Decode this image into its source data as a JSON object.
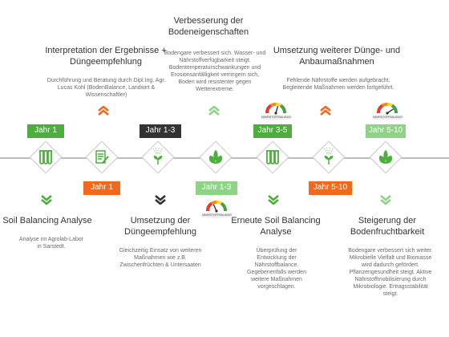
{
  "steps": [
    {
      "title": "Soil Balancing Analyse",
      "desc": "Analyse im Agrolab-Labor in Sarstedt.",
      "badge": "Jahr 1",
      "badge_color": "#4caf3d",
      "icon": "test-tubes-icon"
    },
    {
      "title": "Interpretation der Ergebnisse + Düngeempfehlung",
      "desc": "Durchführung und Beratung durch Dipl.Ing. Agr. Lucas Kohl (BodenBalance, Landwirt & Wissenschaftler)",
      "badge": "Jahr 1",
      "badge_color": "#f06a1e",
      "icon": "document-pen-icon"
    },
    {
      "title": "Umsetzung der Düngeempfehlung",
      "desc": "Gleichzeitig Einsatz von weiteren Maßnahmen wie z.B. Zwischenfrüchten & Untersaaten",
      "badge": "Jahr 1-3",
      "badge_color": "#333333",
      "icon": "sprinkler-plant-icon"
    },
    {
      "title": "Verbesserung der Bodeneigenschaften",
      "desc": "Bodengare verbessert sich. Wasser- und Nährstoffverfügbarkeit steigt. Bodentemperaturschwankungen und Erosionsanfälligkeit verringern sich, Boden wird resistenter gegen Wetterextreme.",
      "badge": "Jahr 1-3",
      "badge_color": "#8fd486",
      "icon": "plant-leaves-icon",
      "gauge_label": "NÄHRSTOFFBALANCE",
      "gauge_level": 0.35
    },
    {
      "title": "Erneute Soil Balancing Analyse",
      "desc": "Überprüfung der Entwicklung der Nährstoffbalance. Gegebenenfalls werden weitere Maßnahmen vorgeschlagen.",
      "badge": "Jahr 3-5",
      "badge_color": "#4caf3d",
      "icon": "test-tubes-icon",
      "gauge_label": "NÄHRSTOFFBALANCE",
      "gauge_level": 0.6
    },
    {
      "title": "Umsetzung weiterer Dünge- und Anbaumaßnahmen",
      "desc": "Fehlende Nährstoffe werden aufgebracht. Begleitende Maßnahmen werden fortgeführt.",
      "badge": "Jahr 5-10",
      "badge_color": "#f06a1e",
      "icon": "sprinkler-plant-icon"
    },
    {
      "title": "Steigerung der Bodenfruchtbarkeit",
      "desc": "Bodengare verbessert sich weiter. Mikrobielle Vielfalt und Biomasse wird dadurch gefördert. Pflanzengesundheit steigt. Aktive Nährstoffmobilisierung durch Mikrobiologie. Ertragsstabilität steigt.",
      "badge": "Jahr 5-10",
      "badge_color": "#8fd486",
      "icon": "plant-leaves-icon",
      "gauge_label": "NÄHRSTOFFBALANCE",
      "gauge_level": 0.85
    }
  ],
  "colors": {
    "green": "#4caf3d",
    "light_green": "#8fd486",
    "orange": "#f06a1e",
    "dark": "#333333",
    "line": "#bdbdbd"
  }
}
